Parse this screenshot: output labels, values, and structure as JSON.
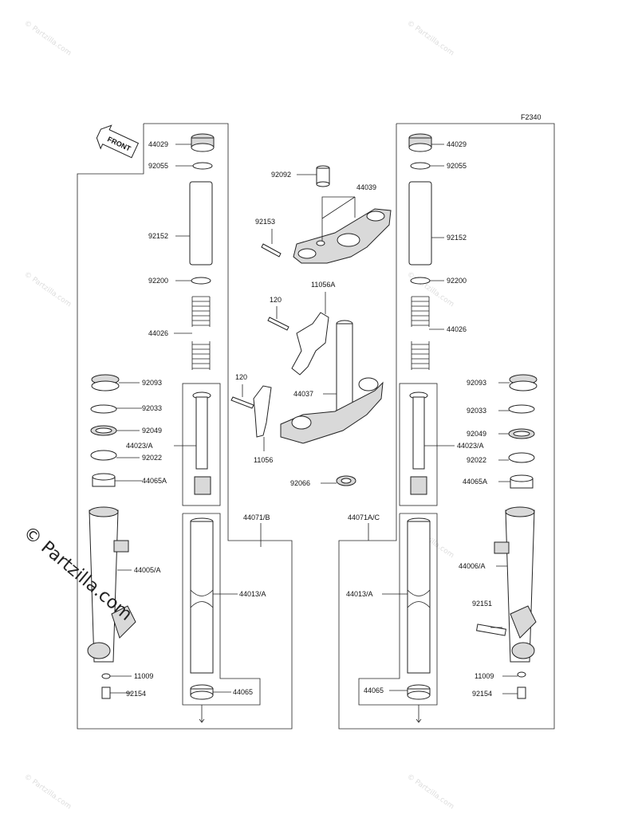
{
  "figure_code": "F2340",
  "front_label": "FRONT",
  "watermark_text": "© Partzilla.com",
  "left_labels": [
    "44029",
    "92055",
    "92152",
    "92200",
    "44026",
    "92093",
    "92033",
    "92049",
    "44023/A",
    "92022",
    "44065A",
    "44005/A",
    "11009",
    "92154"
  ],
  "left_inner_labels": [
    "44071/B",
    "44013/A",
    "44065"
  ],
  "right_labels": [
    "44029",
    "92055",
    "92152",
    "92200",
    "44026",
    "92093",
    "92033",
    "92049",
    "44023/A",
    "92022",
    "44065A",
    "44006/A",
    "92151",
    "11009",
    "92154"
  ],
  "right_inner_labels": [
    "44071A/C",
    "44013/A",
    "44065"
  ],
  "center_labels": [
    "92092",
    "44039",
    "92153",
    "11056A",
    "120",
    "44037",
    "120",
    "11056",
    "92066"
  ],
  "colors": {
    "line": "#222222",
    "watermark": "#dddddd"
  }
}
